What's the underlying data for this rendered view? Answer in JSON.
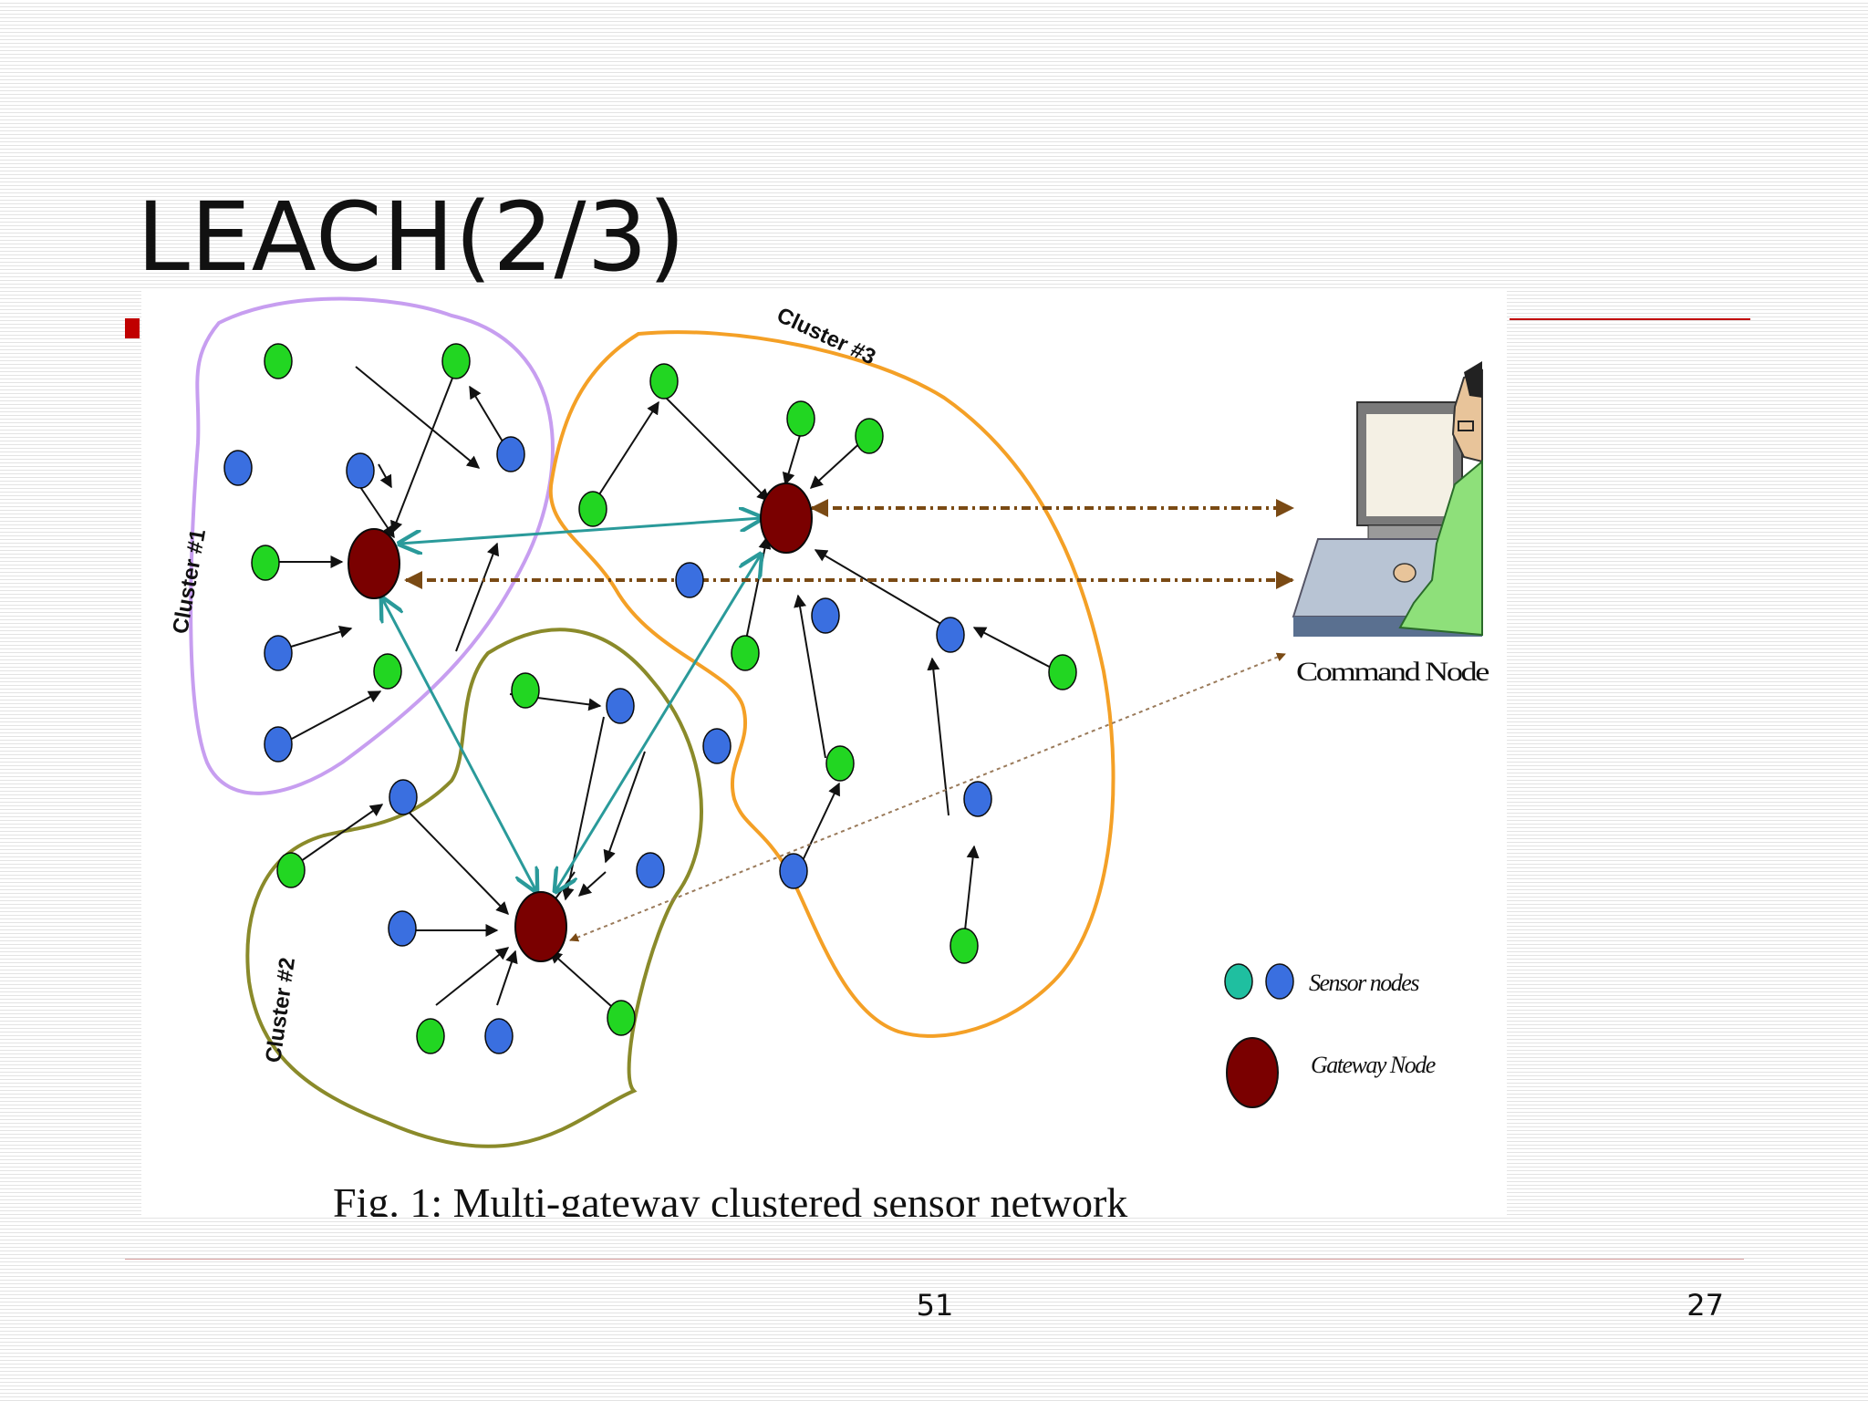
{
  "slide": {
    "title": "LEACH(2/3)",
    "footer_center": "51",
    "page_number": "27"
  },
  "figure": {
    "caption": "Fig. 1: Multi-gateway clustered sensor network",
    "clusters": [
      {
        "label": "Cluster #1",
        "color": "#c79ef0"
      },
      {
        "label": "Cluster #2",
        "color": "#8a8a2a"
      },
      {
        "label": "Cluster #3",
        "color": "#f4a026"
      }
    ],
    "command_node_label": "Command Node",
    "legend": {
      "sensor_label": "Sensor nodes",
      "gateway_label": "Gateway Node"
    },
    "colors": {
      "sensor_green": "#22d622",
      "sensor_blue": "#3a6fe0",
      "gateway": "#7a0000",
      "inter_gateway_link": "#2a9a9a",
      "command_link": "#7a4a14"
    }
  }
}
